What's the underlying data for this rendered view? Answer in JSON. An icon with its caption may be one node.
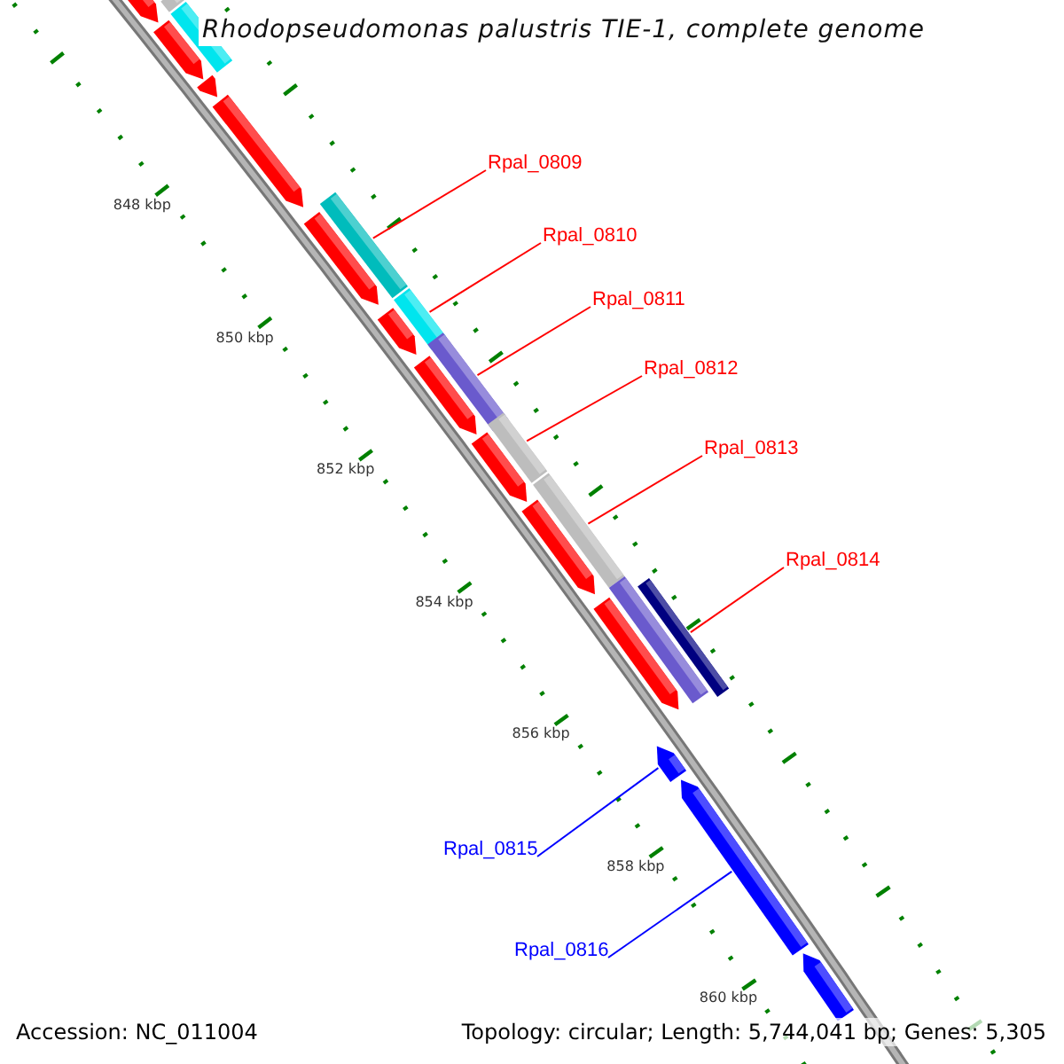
{
  "diagram": {
    "title": "Rhodopseudomonas palustris TIE-1, complete genome",
    "nodes": [
      {
        "text": [
          "Rpal_0809"
        ]
      },
      {
        "text": [],
        "shape": "bar"
      },
      {
        "text": [
          "Rpal_0810"
        ]
      },
      {
        "text": [],
        "shape": "bar"
      },
      {
        "text": [
          "Rpal_0811"
        ]
      },
      {
        "text": [],
        "shape": "bar"
      },
      {
        "text": [
          "Rpal_0812"
        ]
      },
      {
        "text": [],
        "shape": "bar"
      },
      {
        "text": [
          "Rpal_0813"
        ]
      },
      {
        "text": [],
        "shape": "bar"
      },
      {
        "text": [
          "Rpal_0814"
        ]
      },
      {
        "text": [],
        "shape": "bar"
      },
      {
        "text": [
          "Rpal_0815"
        ]
      },
      {
        "text": [],
        "shape": "arrow"
      },
      {
        "text": [
          "Rpal_0816"
        ]
      },
      {
        "text": [],
        "shape": "arrow"
      },
      {
        "text": [],
        "shape": "bar"
      },
      {
        "text": [],
        "shape": "arrow"
      },
      {
        "text": [],
        "shape": "bar"
      },
      {
        "text": [],
        "shape": "arrow"
      },
      {
        "text": [],
        "shape": "arrow"
      },
      {
        "text": [],
        "shape": "arrow"
      },
      {
        "text": [],
        "shape": "arrow"
      },
      {
        "text": [],
        "shape": "arrow"
      },
      {
        "text": [],
        "shape": "arrow"
      },
      {
        "text": [],
        "shape": "arrow"
      },
      {
        "text": [],
        "shape": "arrow"
      },
      {
        "text": [],
        "shape": "bar"
      },
      {
        "text": [],
        "shape": "arrow"
      },
      {
        "text": [],
        "shape": "arrow"
      }
    ],
    "edges": [
      {
        "from": 0,
        "to": 1,
        "arrow": "none"
      },
      {
        "from": 2,
        "to": 3,
        "arrow": "none"
      },
      {
        "from": 4,
        "to": 5,
        "arrow": "none"
      },
      {
        "from": 6,
        "to": 7,
        "arrow": "none"
      },
      {
        "from": 8,
        "to": 9,
        "arrow": "none"
      },
      {
        "from": 10,
        "to": 11,
        "arrow": "none"
      },
      {
        "from": 12,
        "to": 13,
        "arrow": "none",
        "color": "#0000ff"
      },
      {
        "from": 14,
        "to": 15,
        "arrow": "none",
        "color": "#0000ff"
      }
    ],
    "labels": [
      "848 kbp",
      "850 kbp",
      "852 kbp",
      "854 kbp",
      "856 kbp",
      "858 kbp",
      "860 kbp",
      "Accession: NC_011004",
      "Topology: circular; Length: 5,744,041 bp; Genes: 5,305"
    ]
  }
}
